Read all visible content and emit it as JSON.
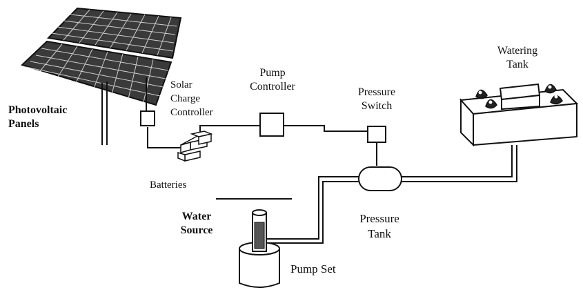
{
  "labels": {
    "photovoltaic_panels": [
      "Photovoltaic",
      "Panels"
    ],
    "solar_charge_controller": [
      "Solar",
      "Charge",
      "Controller"
    ],
    "pump_controller": [
      "Pump",
      "Controller"
    ],
    "pressure_switch": [
      "Pressure",
      "Switch"
    ],
    "watering_tank": [
      "Watering",
      "Tank"
    ],
    "batteries": "Batteries",
    "water_source": [
      "Water",
      "Source"
    ],
    "pressure_tank": [
      "Pressure",
      "Tank"
    ],
    "pump_set": "Pump Set"
  }
}
